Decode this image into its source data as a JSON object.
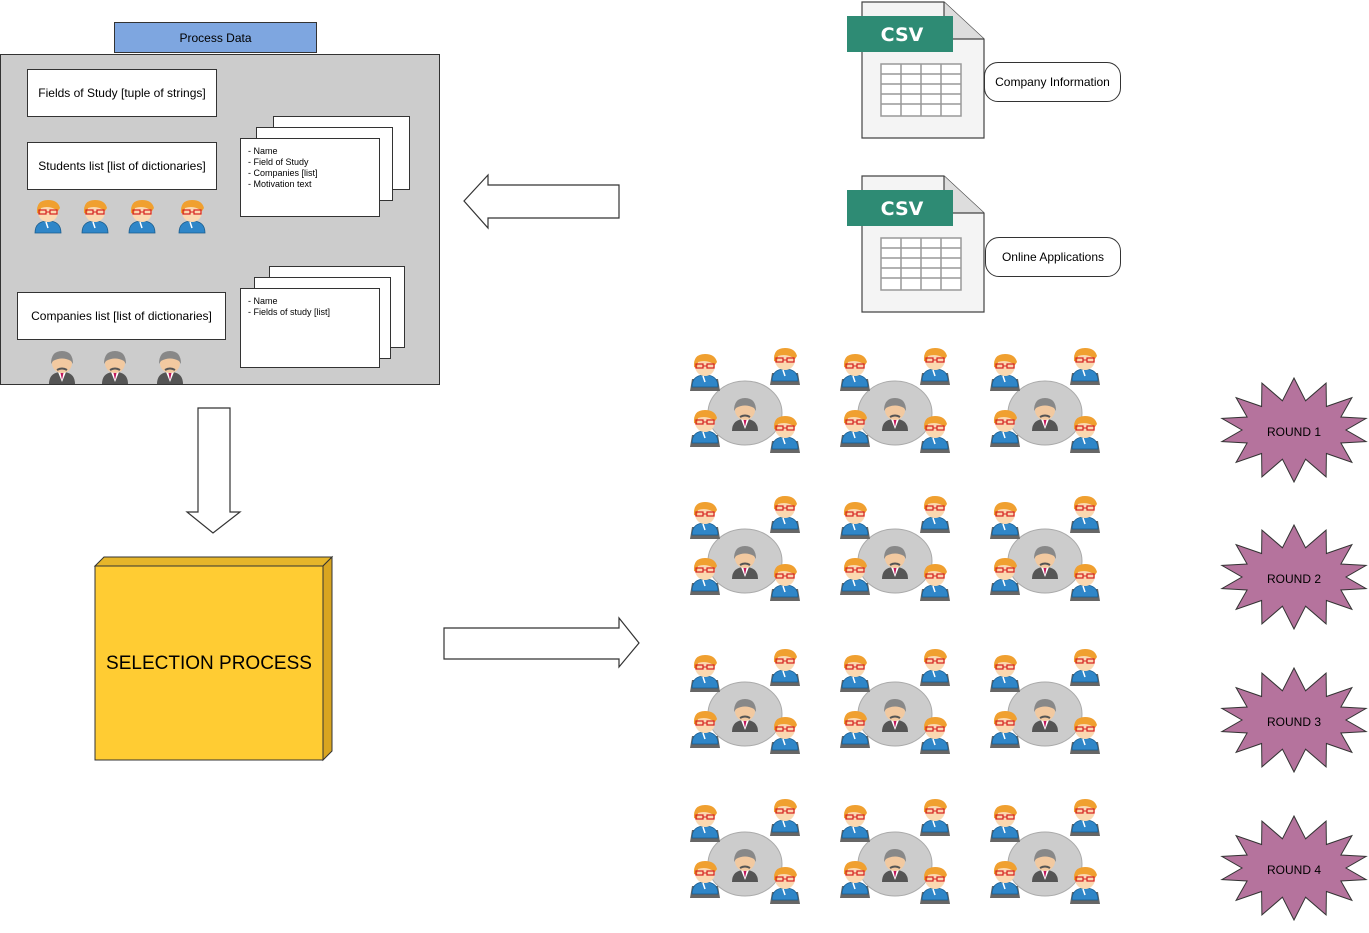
{
  "process_data": {
    "title": "Process Data",
    "fields_of_study": "Fields of Study [tuple of strings]",
    "students_list": "Students list [list of dictionaries]",
    "student_fields": [
      "- Name",
      "- Field of Study",
      "- Companies [list]",
      "- Motivation text"
    ],
    "companies_list": "Companies list [list of dictionaries]",
    "company_fields": [
      "- Name",
      "- Fields of study [list]"
    ]
  },
  "selection": {
    "label": "SELECTION PROCESS"
  },
  "csv_files": [
    {
      "icon_text": "CSV",
      "label": "Company Information"
    },
    {
      "icon_text": "CSV",
      "label": "Online Applications"
    }
  ],
  "rounds": [
    "ROUND 1",
    "ROUND 2",
    "ROUND 3",
    "ROUND 4"
  ],
  "colors": {
    "panel": "#cccccc",
    "title_bar": "#7ea6e0",
    "selection": "#ffcc33",
    "round_star": "#b5739d",
    "csv_tab": "#2e8b74",
    "student_shirt": "#2f86c8",
    "student_hair": "#f0a030"
  }
}
